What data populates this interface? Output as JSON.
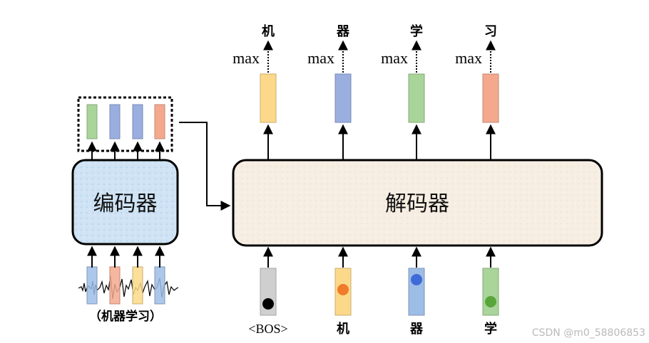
{
  "encoder": {
    "label": "编码器"
  },
  "decoder": {
    "label": "解码器"
  },
  "encoder_input_caption": "（机器学习）",
  "outputs": [
    {
      "text": "机",
      "op": "max",
      "color": "#fcd98a"
    },
    {
      "text": "器",
      "op": "max",
      "color": "#9aaee0"
    },
    {
      "text": "学",
      "op": "max",
      "color": "#a9d49a"
    },
    {
      "text": "习",
      "op": "max",
      "color": "#f4a98f"
    }
  ],
  "decoder_inputs": [
    {
      "text": "<BOS>",
      "color": "#cfcfcf",
      "dot_color": "#000000"
    },
    {
      "text": "机",
      "color": "#fcd98a",
      "dot_color": "#f07b2b"
    },
    {
      "text": "器",
      "color": "#9ebde6",
      "dot_color": "#3f6ad8"
    },
    {
      "text": "学",
      "color": "#a9d49a",
      "dot_color": "#58a63a"
    }
  ],
  "encoder_output_colors": [
    "#a9d49a",
    "#9aaee0",
    "#9aaee0",
    "#f4a98f"
  ],
  "encoder_input_colors": [
    "#9ebde6",
    "#f4a98f",
    "#fcd98a",
    "#9ebde6"
  ],
  "watermark": "CSDN @m0_58806853"
}
